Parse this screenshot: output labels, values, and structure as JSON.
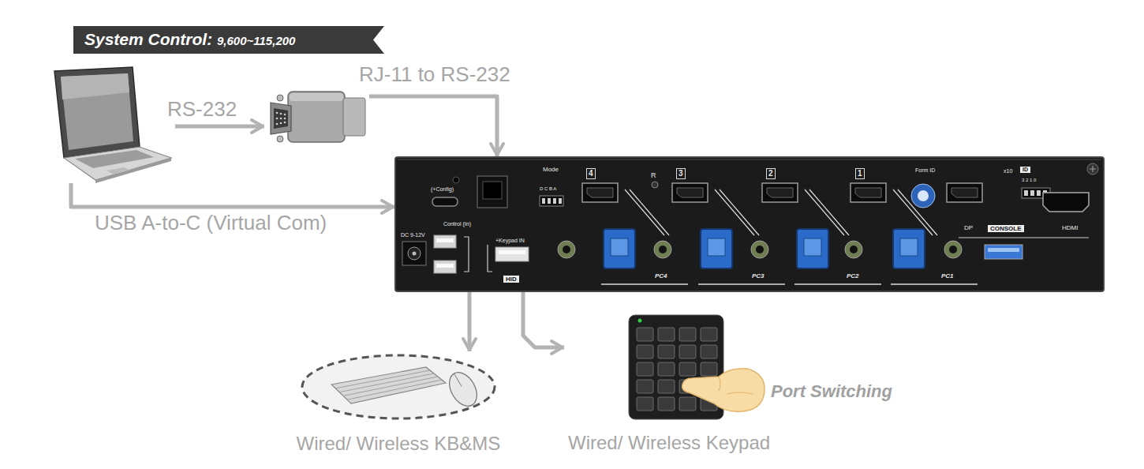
{
  "diagram": {
    "nodes": [
      {
        "text": [
          "System Control:",
          "9,600~115,200"
        ]
      },
      {
        "text": []
      },
      {
        "text": []
      },
      {
        "text": [
          "(+Config)",
          "Control (In)",
          "Mode",
          "D C B A",
          "4",
          "R",
          "3",
          "2",
          "1",
          "Form ID",
          "x10",
          "ID",
          "3 2 1 0",
          "DC 9-12V",
          "+Keypad IN",
          "HID",
          "PC4",
          "PC3",
          "PC2",
          "PC1",
          "DP",
          "CONSOLE",
          "HDMI"
        ]
      },
      {
        "text": [
          "Wired/ Wireless KB&MS"
        ]
      },
      {
        "text": [
          "Wired/ Wireless Keypad",
          "Port Switching"
        ]
      }
    ],
    "edges": [
      {
        "from": 1,
        "to": 2,
        "arrow": "to",
        "label": "RS-232"
      },
      {
        "from": 2,
        "to": 3,
        "arrow": "to",
        "label": "RJ-11 to RS-232"
      },
      {
        "from": 1,
        "to": 3,
        "arrow": "to",
        "label": "USB A-to-C (Virtual Com)"
      },
      {
        "from": 3,
        "to": 4,
        "arrow": "to"
      },
      {
        "from": 3,
        "to": 5,
        "arrow": "to"
      }
    ]
  }
}
